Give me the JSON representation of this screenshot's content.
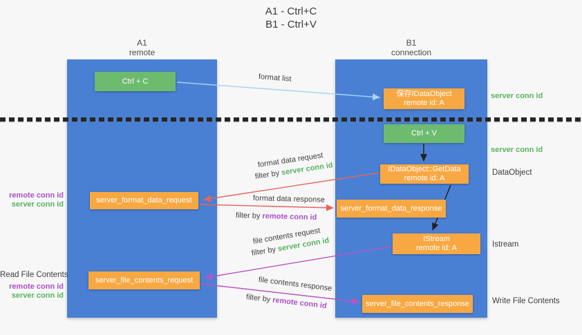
{
  "title": {
    "line1": "A1 - Ctrl+C",
    "line2": "B1 - Ctrl+V"
  },
  "lifelines": {
    "left": {
      "id": "A1",
      "name": "remote"
    },
    "right": {
      "id": "B1",
      "name": "connection"
    }
  },
  "nodes": {
    "ctrl_c": {
      "label": "Ctrl + C"
    },
    "save_dataobject": {
      "line1": "保存IDataObject",
      "line2": "remote id: A"
    },
    "ctrl_v": {
      "label": "Ctrl + V"
    },
    "getdata": {
      "line1": "IDataObject::GetData",
      "line2": "remote id: A"
    },
    "format_request": {
      "label": "server_format_data_request"
    },
    "format_response": {
      "label": "server_format_data_response"
    },
    "istream": {
      "line1": "IStream",
      "line2": "remote id: A"
    },
    "file_request": {
      "label": "server_file_contents_request"
    },
    "file_response": {
      "label": "server_file_contents_response"
    }
  },
  "arrows": {
    "format_list": {
      "label": "format list"
    },
    "format_data_request": {
      "label": "format data request",
      "filter_prefix": "filter by ",
      "filter_key": "server conn id"
    },
    "format_data_response": {
      "label": "format data response",
      "filter_prefix": "filter by ",
      "filter_key": "remote conn id"
    },
    "file_contents_request": {
      "label": "file contents request",
      "filter_prefix": "filter by ",
      "filter_key": "server conn id"
    },
    "file_contents_response": {
      "label": "file contents response",
      "filter_prefix": "filter by ",
      "filter_key": "remote conn id"
    }
  },
  "side_labels": {
    "left": {
      "remote_conn_id_1": "remote conn id",
      "server_conn_id_1": "server conn id",
      "read_file_contents": "Read File Contents",
      "remote_conn_id_2": "remote conn id",
      "server_conn_id_2": "server conn id"
    },
    "right": {
      "server_conn_id_1": "server conn id",
      "server_conn_id_2": "server conn id",
      "dataobject": "DataObject",
      "istream": "Istream",
      "write_file_contents": "Write File Contents"
    }
  },
  "colors": {
    "lifeline_blue": "#4a80d4",
    "node_green": "#6dbb6f",
    "node_orange": "#f7a843",
    "arrow_red": "#e8645c",
    "arrow_magenta": "#bb53c5",
    "arrow_lightblue": "#a8d2f0",
    "arrow_black": "#222222",
    "text_green": "#57b35c",
    "text_purple": "#ab4fc6",
    "text_dark": "#3d3d3d"
  }
}
